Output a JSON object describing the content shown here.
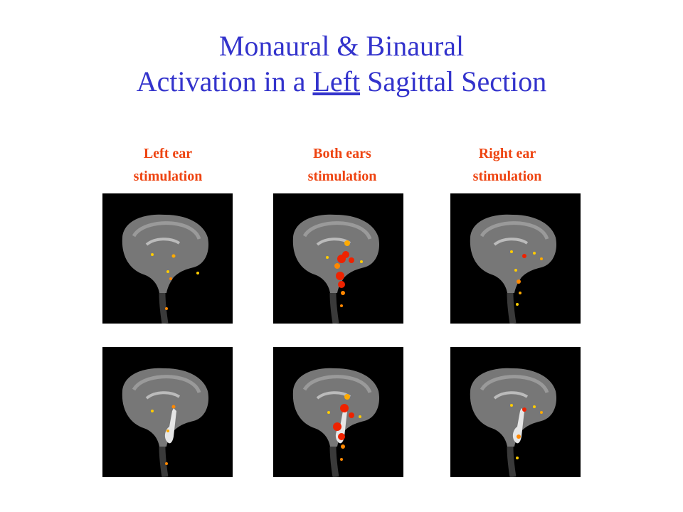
{
  "slide": {
    "title_line1": "Monaural & Binaural",
    "title_line2_pre": "Activation in a ",
    "title_line2_emph": "Left",
    "title_line2_post": " Sagittal Section"
  },
  "columns": [
    {
      "label_line1": "Left ear",
      "label_line2": "stimulation"
    },
    {
      "label_line1": "Both ears",
      "label_line2": "stimulation"
    },
    {
      "label_line1": "Right ear",
      "label_line2": "stimulation"
    }
  ],
  "colors": {
    "title": "#3333cc",
    "label": "#ee4411",
    "activation_red": "#ee2200",
    "activation_orange": "#ff8800",
    "activation_yellow": "#ffcc00",
    "overlay_white": "#e6e6e6"
  }
}
